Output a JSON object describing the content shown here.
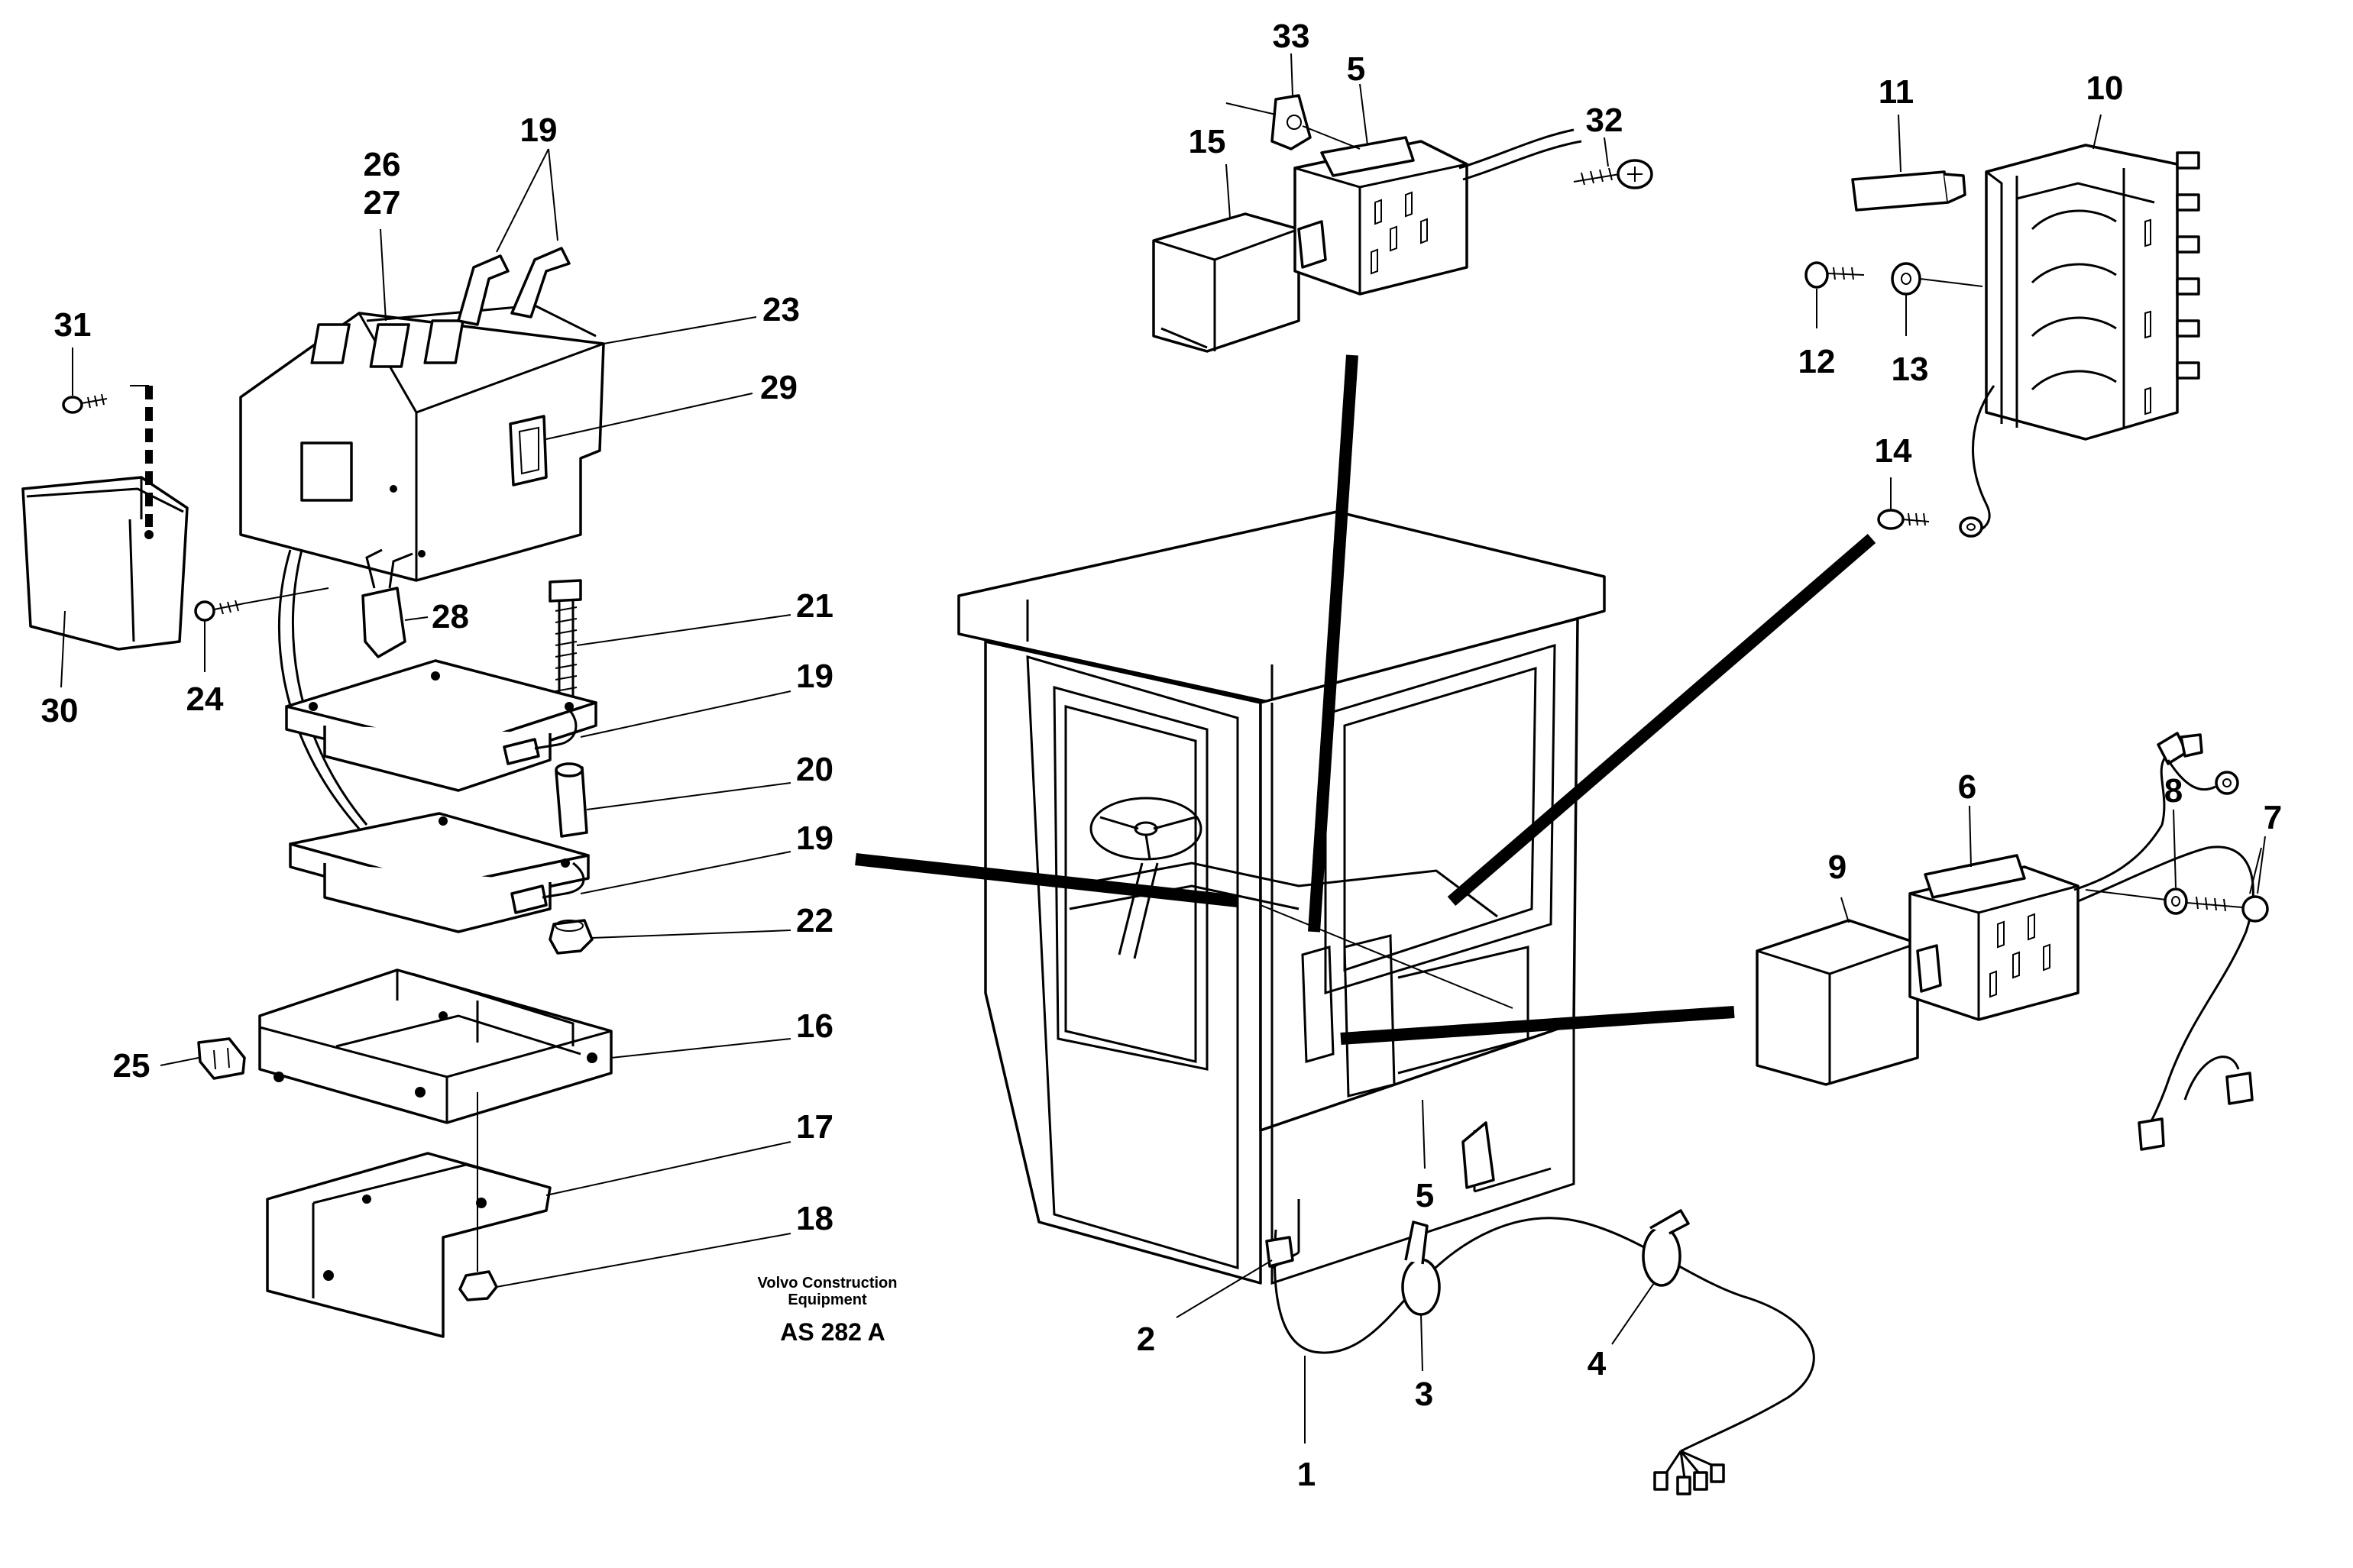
{
  "callouts": {
    "c1": "1",
    "c2": "2",
    "c3": "3",
    "c4": "4",
    "c5a": "5",
    "c5b": "5",
    "c6": "6",
    "c7": "7",
    "c8": "8",
    "c9": "9",
    "c10": "10",
    "c11": "11",
    "c12": "12",
    "c13": "13",
    "c14": "14",
    "c15": "15",
    "c16": "16",
    "c17": "17",
    "c18": "18",
    "c19a": "19",
    "c19b": "19",
    "c19c": "19",
    "c20": "20",
    "c21": "21",
    "c22": "22",
    "c23": "23",
    "c24": "24",
    "c25": "25",
    "c26": "26",
    "c27": "27",
    "c28": "28",
    "c29": "29",
    "c30": "30",
    "c31": "31",
    "c32": "32",
    "c33": "33"
  },
  "credit": {
    "line1": "Volvo Construction",
    "line2": "Equipment",
    "code": "AS 282 A"
  }
}
